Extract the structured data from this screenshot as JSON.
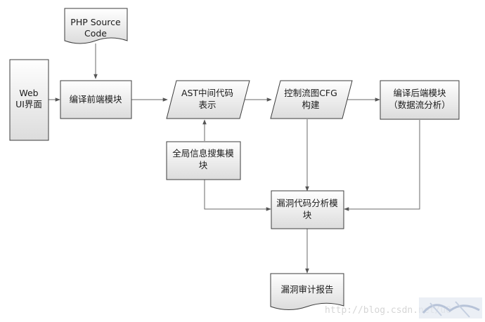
{
  "nodes": {
    "php_source": [
      "PHP Source",
      "Code"
    ],
    "web_ui": [
      "Web",
      "UI界面"
    ],
    "frontend": [
      "编译前端模块"
    ],
    "ast": [
      "AST中间代码",
      "表示"
    ],
    "cfg": [
      "控制流图CFG",
      "构建"
    ],
    "backend": [
      "编译后端模块",
      "（数据流分析）"
    ],
    "global_info": [
      "全局信息搜集模",
      "块"
    ],
    "vuln_analysis": [
      "漏洞代码分析模",
      "块"
    ],
    "audit_report": [
      "漏洞审计报告"
    ]
  },
  "watermark": "http://blog.csdn.net/u0"
}
